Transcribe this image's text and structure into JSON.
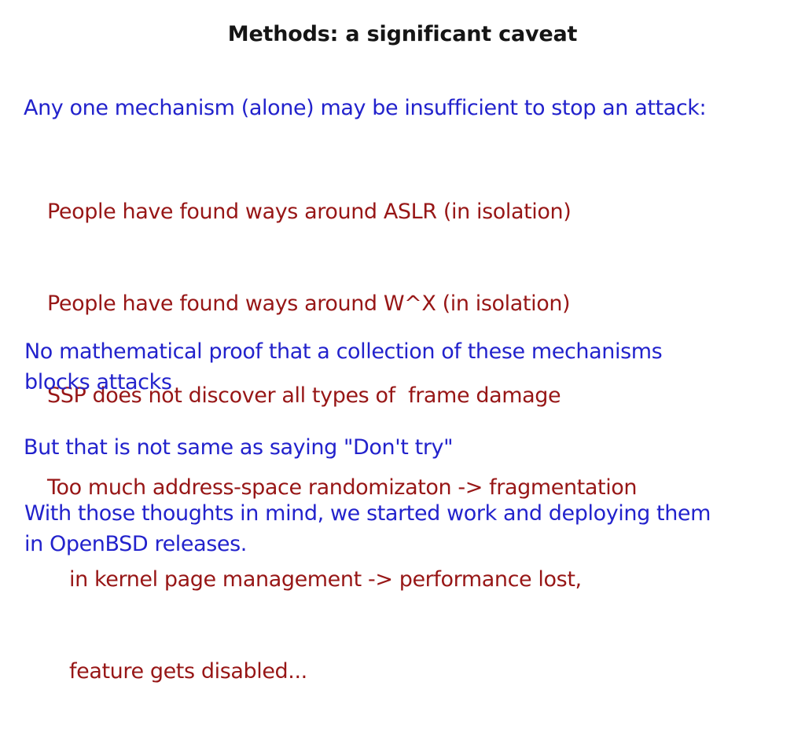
{
  "slide": {
    "title": "Methods: a significant caveat",
    "intro": "Any one mechanism (alone) may be insufficient to stop an attack:",
    "caveats": [
      {
        "text": "People have found ways around ASLR (in isolation)",
        "indent": 1
      },
      {
        "text": "People have found ways around W^X (in isolation)",
        "indent": 1
      },
      {
        "text": "SSP does not discover all types of  frame damage",
        "indent": 1
      },
      {
        "text": "Too much address-space randomizaton -> fragmentation",
        "indent": 1
      },
      {
        "text": "in kernel page management -> performance lost,",
        "indent": 2
      },
      {
        "text": "feature gets disabled...",
        "indent": 2
      }
    ],
    "paragraphs": {
      "no_proof": "No mathematical proof that a collection of these mechanisms\nblocks attacks",
      "dont_try": "But that is not same as saying \"Don't try\"",
      "openbsd": "With those thoughts in mind, we started work and deploying them\nin OpenBSD releases."
    },
    "colors": {
      "background": "#ffffff",
      "title_text": "#151515",
      "emphasis_blue": "#2222cc",
      "caveat_red": "#971616"
    }
  }
}
